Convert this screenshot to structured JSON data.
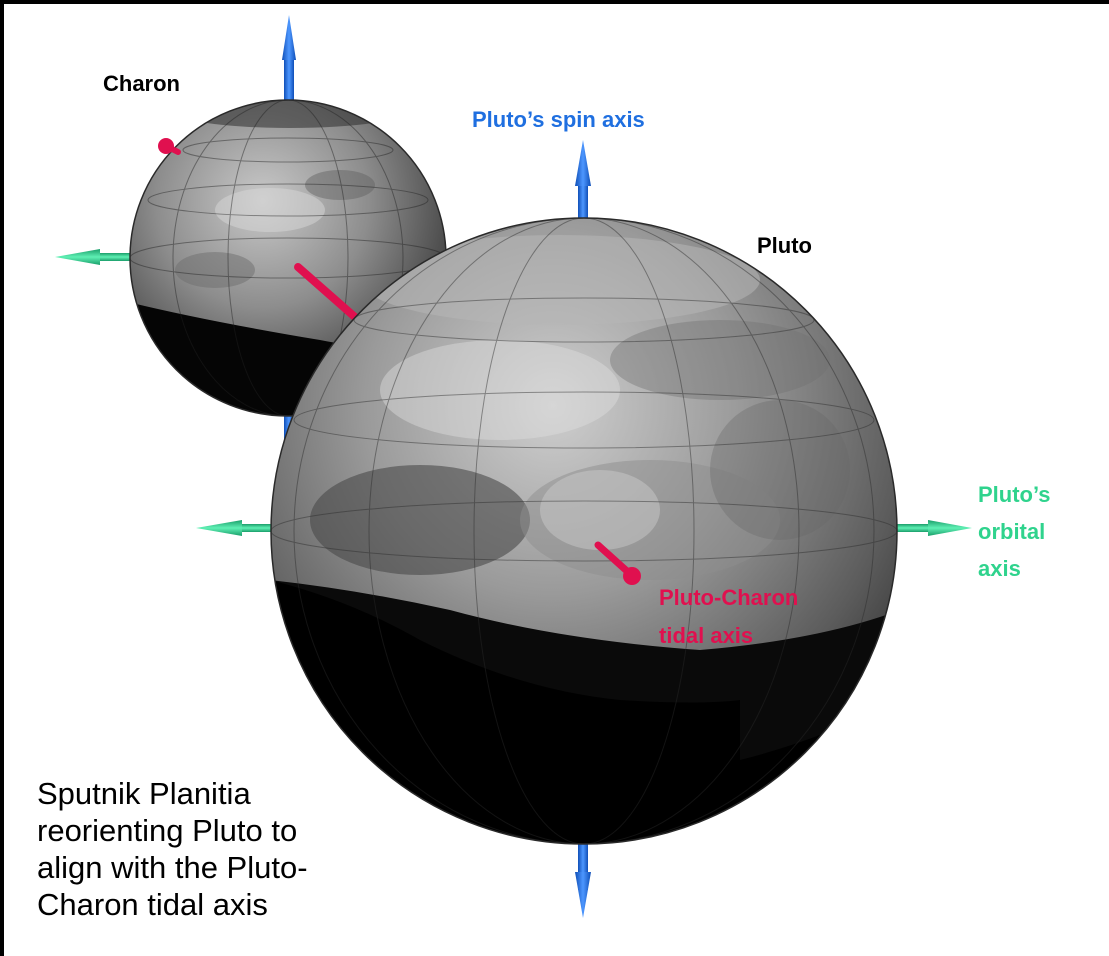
{
  "labels": {
    "charon": "Charon",
    "pluto": "Pluto",
    "spin_axis": "Pluto’s spin axis",
    "orbital_axis_line1": "Pluto’s",
    "orbital_axis_line2": "orbital",
    "orbital_axis_line3": "axis",
    "tidal_axis_line1": "Pluto-Charon",
    "tidal_axis_line2": "tidal axis"
  },
  "caption": "Sputnik Planitia reorienting Pluto to align with the Pluto-Charon tidal axis",
  "colors": {
    "spin_axis": "#1f6fe0",
    "orbital_axis": "#2fd38d",
    "tidal_axis": "#e0104f",
    "text": "#000000",
    "background": "#ffffff"
  }
}
